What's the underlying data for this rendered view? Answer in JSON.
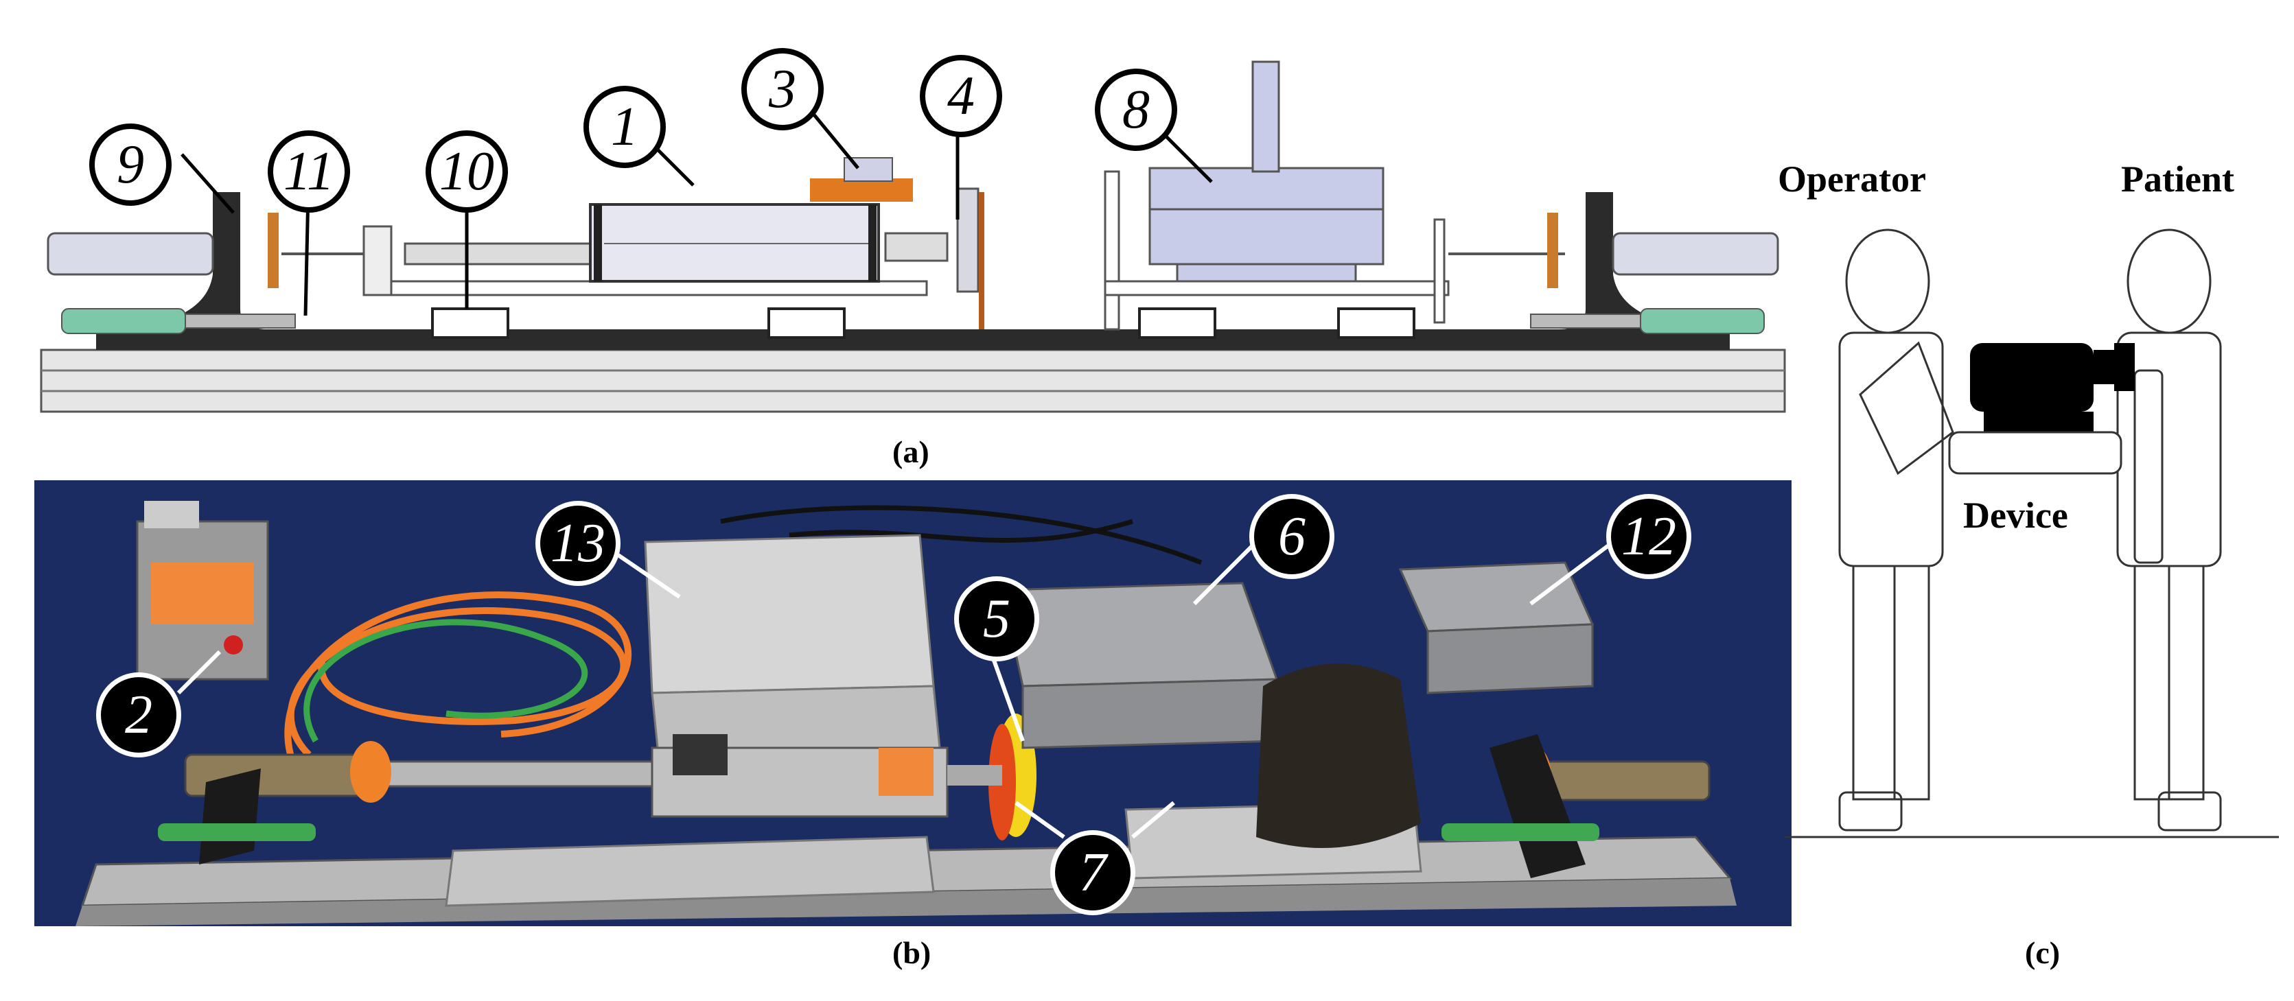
{
  "panel_a": {
    "caption": "(a)",
    "callouts": {
      "c1": "1",
      "c3": "3",
      "c4": "4",
      "c8": "8",
      "c9": "9",
      "c10": "10",
      "c11": "11"
    }
  },
  "panel_b": {
    "caption": "(b)",
    "callouts": {
      "c2": "2",
      "c5": "5",
      "c6": "6",
      "c7": "7",
      "c12": "12",
      "c13": "13"
    }
  },
  "panel_c": {
    "caption": "(c)",
    "operator_label": "Operator",
    "patient_label": "Patient",
    "device_label": "Device"
  },
  "colors": {
    "photo_background": "#1b2c63",
    "cad_body": "#c9cce8",
    "aluminium": "#c8c8c8",
    "cable_orange": "#f07a28",
    "cable_green": "#3aa84a",
    "accent_orange": "#f0822a"
  }
}
